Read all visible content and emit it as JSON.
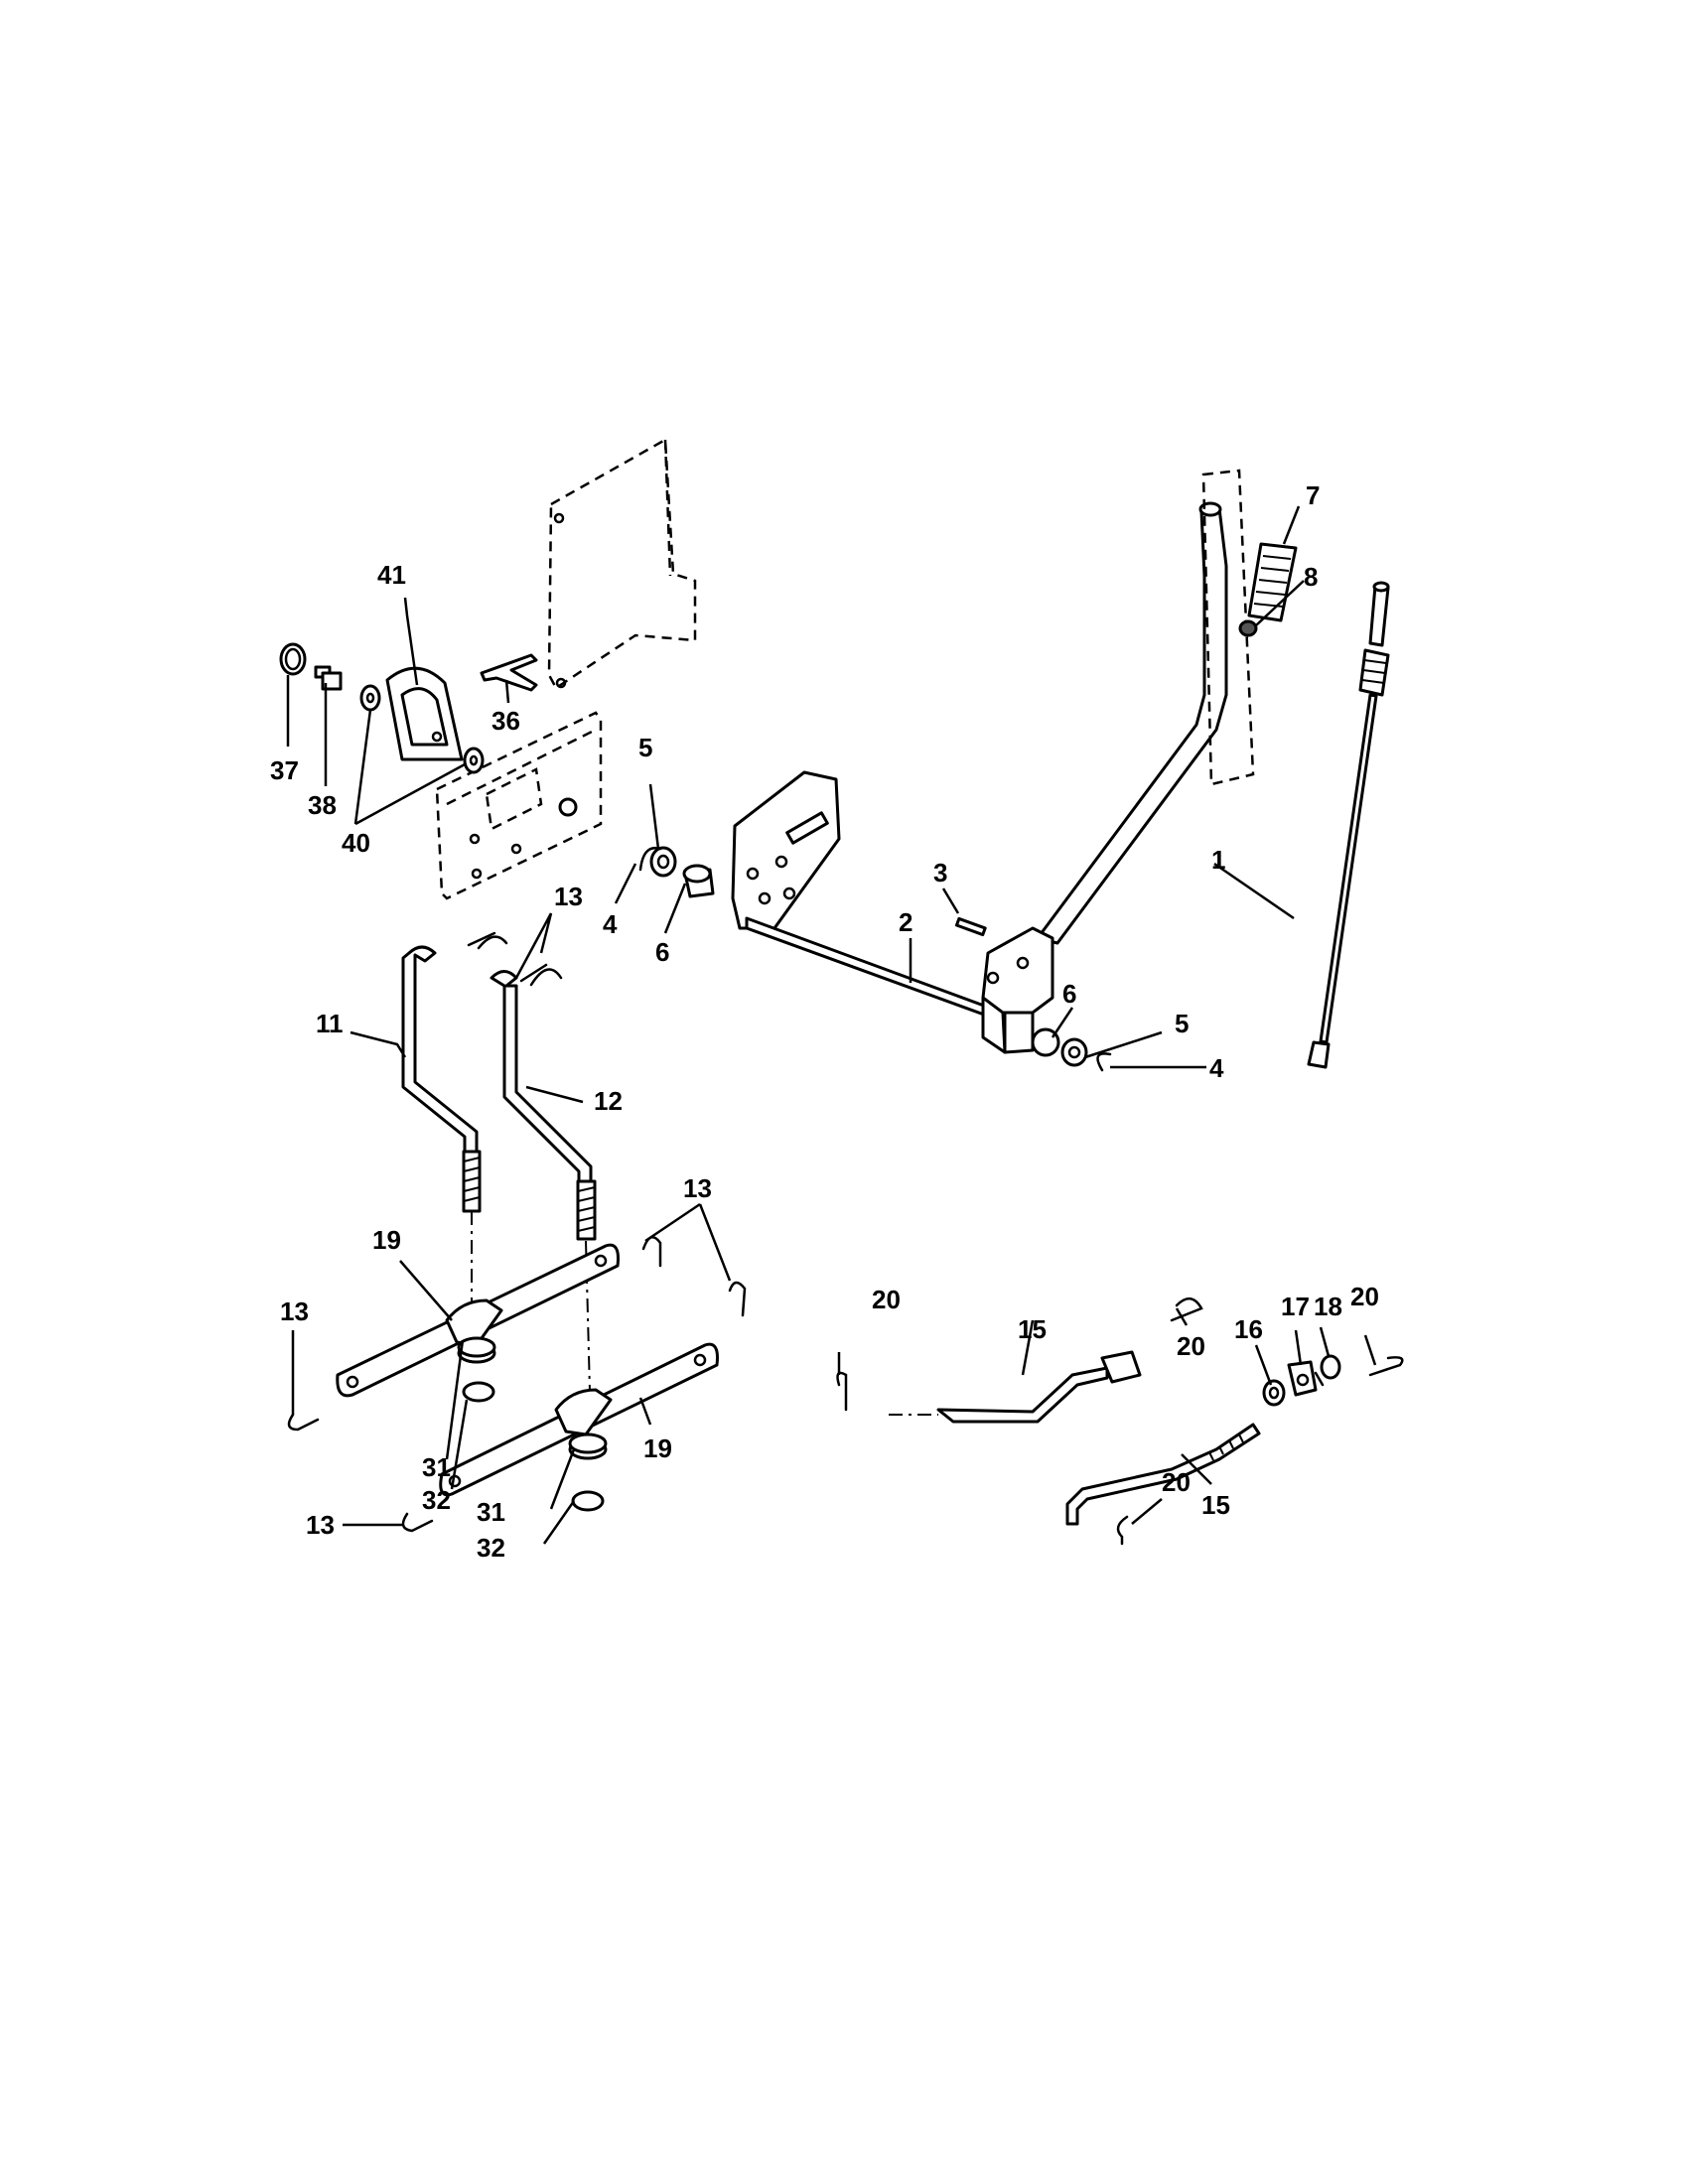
{
  "callouts": [
    {
      "id": "c1",
      "label": "1"
    },
    {
      "id": "c2",
      "label": "2"
    },
    {
      "id": "c3",
      "label": "3"
    },
    {
      "id": "c4a",
      "label": "4"
    },
    {
      "id": "c4b",
      "label": "4"
    },
    {
      "id": "c5a",
      "label": "5"
    },
    {
      "id": "c5b",
      "label": "5"
    },
    {
      "id": "c6a",
      "label": "6"
    },
    {
      "id": "c6b",
      "label": "6"
    },
    {
      "id": "c7",
      "label": "7"
    },
    {
      "id": "c8",
      "label": "8"
    },
    {
      "id": "c11",
      "label": "11"
    },
    {
      "id": "c12",
      "label": "12"
    },
    {
      "id": "c13a",
      "label": "13"
    },
    {
      "id": "c13b",
      "label": "13"
    },
    {
      "id": "c13c",
      "label": "13"
    },
    {
      "id": "c13d",
      "label": "13"
    },
    {
      "id": "c15a",
      "label": "15"
    },
    {
      "id": "c15b",
      "label": "15"
    },
    {
      "id": "c16",
      "label": "16"
    },
    {
      "id": "c17",
      "label": "17"
    },
    {
      "id": "c18",
      "label": "18"
    },
    {
      "id": "c19a",
      "label": "19"
    },
    {
      "id": "c19b",
      "label": "19"
    },
    {
      "id": "c20a",
      "label": "20"
    },
    {
      "id": "c20b",
      "label": "20"
    },
    {
      "id": "c20c",
      "label": "20"
    },
    {
      "id": "c20d",
      "label": "20"
    },
    {
      "id": "c31a",
      "label": "31"
    },
    {
      "id": "c31b",
      "label": "31"
    },
    {
      "id": "c32a",
      "label": "32"
    },
    {
      "id": "c32b",
      "label": "32"
    },
    {
      "id": "c36",
      "label": "36"
    },
    {
      "id": "c37",
      "label": "37"
    },
    {
      "id": "c38",
      "label": "38"
    },
    {
      "id": "c40",
      "label": "40"
    },
    {
      "id": "c41",
      "label": "41"
    }
  ]
}
